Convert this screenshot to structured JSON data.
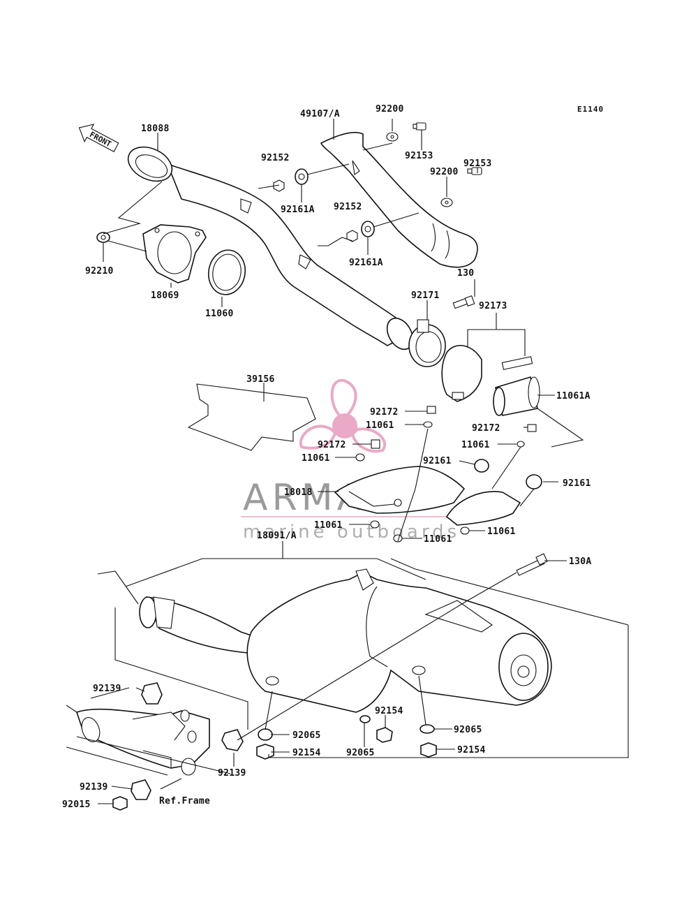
{
  "diagram": {
    "code": "E1140",
    "front_label": "FRONT",
    "ref_frame_label": "Ref.Frame",
    "labels": {
      "p18088": "18088",
      "p49107A": "49107/A",
      "p92200a": "92200",
      "p92153a": "92153",
      "p92152a": "92152",
      "p92161Aa": "92161A",
      "p92200b": "92200",
      "p92153b": "92153",
      "p92152b": "92152",
      "p92161Ab": "92161A",
      "p92210": "92210",
      "p18069": "18069",
      "p11060": "11060",
      "p130": "130",
      "p92171": "92171",
      "p92173": "92173",
      "p39156": "39156",
      "p11061A": "11061A",
      "p92172a": "92172",
      "p11061a": "11061",
      "p92172b": "92172",
      "p11061b": "11061",
      "p92172c": "92172",
      "p11061c": "11061",
      "p92161a": "92161",
      "p92161b": "92161",
      "p18018": "18018",
      "p11061d": "11061",
      "p11061e": "11061",
      "p11061f": "11061",
      "p18091A": "18091/A",
      "p130A": "130A",
      "p92139a": "92139",
      "p92065a": "92065",
      "p92154a": "92154",
      "p92154b": "92154",
      "p92065b": "92065",
      "p92065c": "92065",
      "p92154c": "92154",
      "p92139b": "92139",
      "p92139c": "92139",
      "p92015": "92015"
    }
  },
  "watermark": {
    "brand": "ARMADA",
    "tagline": "marine outboards",
    "accent_color": "#e8a0c0"
  }
}
